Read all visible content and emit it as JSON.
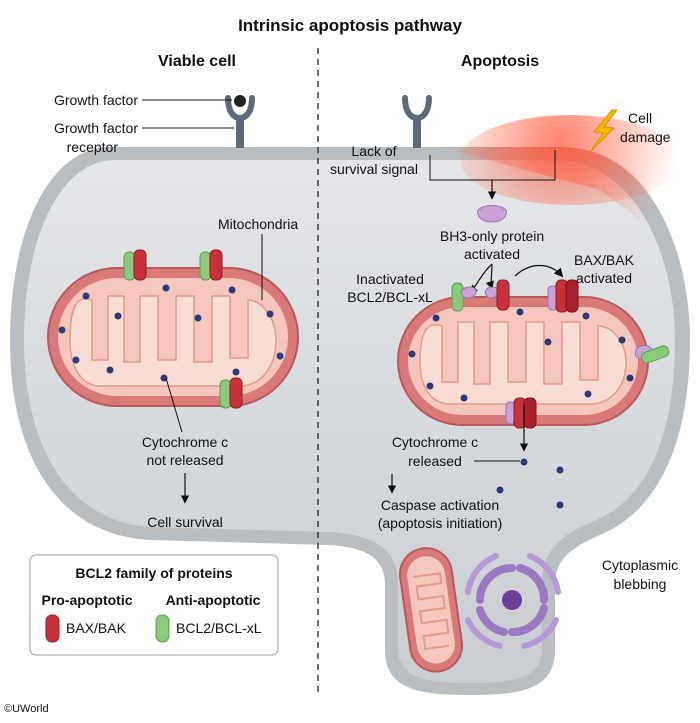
{
  "title": "Intrinsic apoptosis pathway",
  "left_panel": {
    "heading": "Viable cell",
    "growth_factor": "Growth factor",
    "receptor_line1": "Growth factor",
    "receptor_line2": "receptor",
    "mitochondria": "Mitochondria",
    "cytochrome_line1": "Cytochrome c",
    "cytochrome_line2": "not released",
    "outcome": "Cell survival"
  },
  "right_panel": {
    "heading": "Apoptosis",
    "cell_damage_line1": "Cell",
    "cell_damage_line2": "damage",
    "lack_line1": "Lack of",
    "lack_line2": "survival signal",
    "bh3_line1": "BH3-only protein",
    "bh3_line2": "activated",
    "inactivated_line1": "Inactivated",
    "inactivated_line2": "BCL2/BCL-xL",
    "baxbak_line1": "BAX/BAK",
    "baxbak_line2": "activated",
    "cytochrome_line1": "Cytochrome c",
    "cytochrome_line2": "released",
    "caspase_line1": "Caspase activation",
    "caspase_line2": "(apoptosis initiation)",
    "blebbing_line1": "Cytoplasmic",
    "blebbing_line2": "blebbing"
  },
  "legend": {
    "title": "BCL2 family of proteins",
    "pro_header": "Pro-apoptotic",
    "anti_header": "Anti-apoptotic",
    "pro_item": "BAX/BAK",
    "anti_item": "BCL2/BCL-xL"
  },
  "copyright": "©UWorld",
  "colors": {
    "pro_apoptotic": "#c8303a",
    "anti_apoptotic": "#8cc97a",
    "bh3_only": "#c9a2d6",
    "cell_fill": "#d9dcdf",
    "mitochondria": "#e38d8a"
  }
}
